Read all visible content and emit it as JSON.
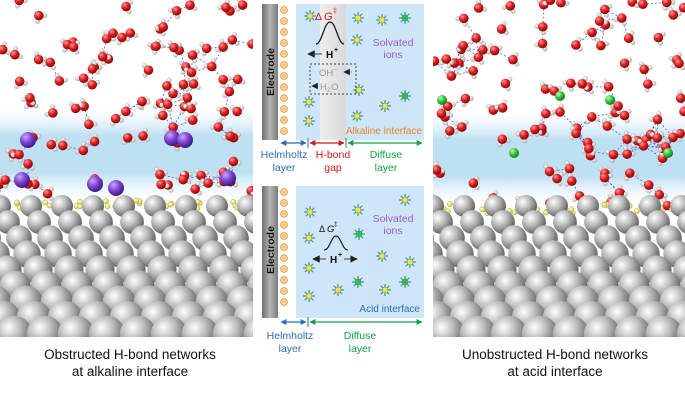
{
  "left_caption": {
    "line1": "Obstructed H-bond networks",
    "line2": "at alkaline interface"
  },
  "right_caption": {
    "line1": "Unobstructed H-bond networks",
    "line2": "at acid interface"
  },
  "top_schematic": {
    "electrode": "Electrode",
    "barrier_delta": "Δ",
    "barrier_g": "G",
    "barrier_dagger": "‡",
    "proton": "H",
    "proton_charge": "+",
    "oh": "OH",
    "oh_charge": "−",
    "water": "H",
    "water_sub": "2",
    "water_o": "O",
    "solvated_line1": "Solvated",
    "solvated_line2": "ions",
    "interface_label": "Alkaline interface",
    "helmholtz_line1": "Helmholtz",
    "helmholtz_line2": "layer",
    "hbond_gap_line1": "H-bond",
    "hbond_gap_line2": "gap",
    "diffuse_line1": "Diffuse",
    "diffuse_line2": "layer"
  },
  "bottom_schematic": {
    "electrode": "Electrode",
    "barrier_delta": "Δ",
    "barrier_g": "G",
    "barrier_dagger": "‡",
    "proton": "H",
    "proton_charge": "+",
    "solvated_line1": "Solvated",
    "solvated_line2": "ions",
    "interface_label": "Acid interface",
    "helmholtz_line1": "Helmholtz",
    "helmholtz_line2": "layer",
    "diffuse_line1": "Diffuse",
    "diffuse_line2": "layer"
  },
  "colors": {
    "water_oxygen": "#d42020",
    "hydrogen": "#e4e4e4",
    "hbond": "#3a4fd6",
    "potassium": "#7b3fd1",
    "interface_band": "#bfe0f3",
    "metal": "#a9a9a9",
    "adsorbed_h": "#f2ee7a",
    "proton_ion": "#2fc23a",
    "schematic_bg": "#cfe6f8",
    "electrode": "#8e8e8e",
    "helmholtz_blue": "#2a6db8",
    "hbond_gap_red": "#d11919",
    "diffuse_green": "#14a04a",
    "interface_orange": "#e58a1f",
    "solvated_purple": "#9a5bd0",
    "barrier_red": "#d11919"
  }
}
